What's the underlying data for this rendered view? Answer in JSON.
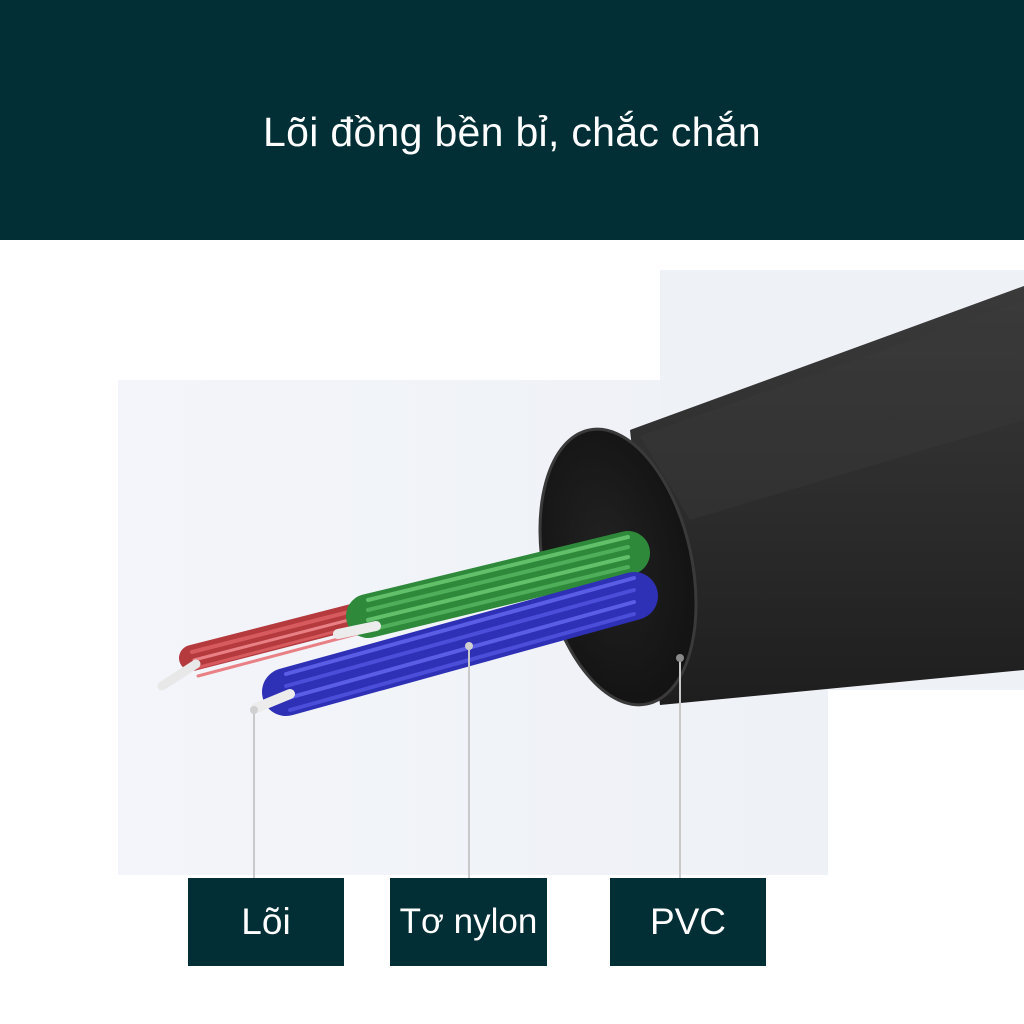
{
  "header": {
    "title": "Lõi đồng bền bỉ, chắc chắn"
  },
  "labels": {
    "core": "Lõi",
    "nylon": "Tơ nylon",
    "pvc": "PVC"
  },
  "colors": {
    "header_background": "#022e35",
    "label_background": "#022e35",
    "text": "#ffffff",
    "wire_red": "#c8484c",
    "wire_green": "#3d9b47",
    "wire_blue": "#3b3fd0",
    "jacket": "#2a2a2a"
  }
}
